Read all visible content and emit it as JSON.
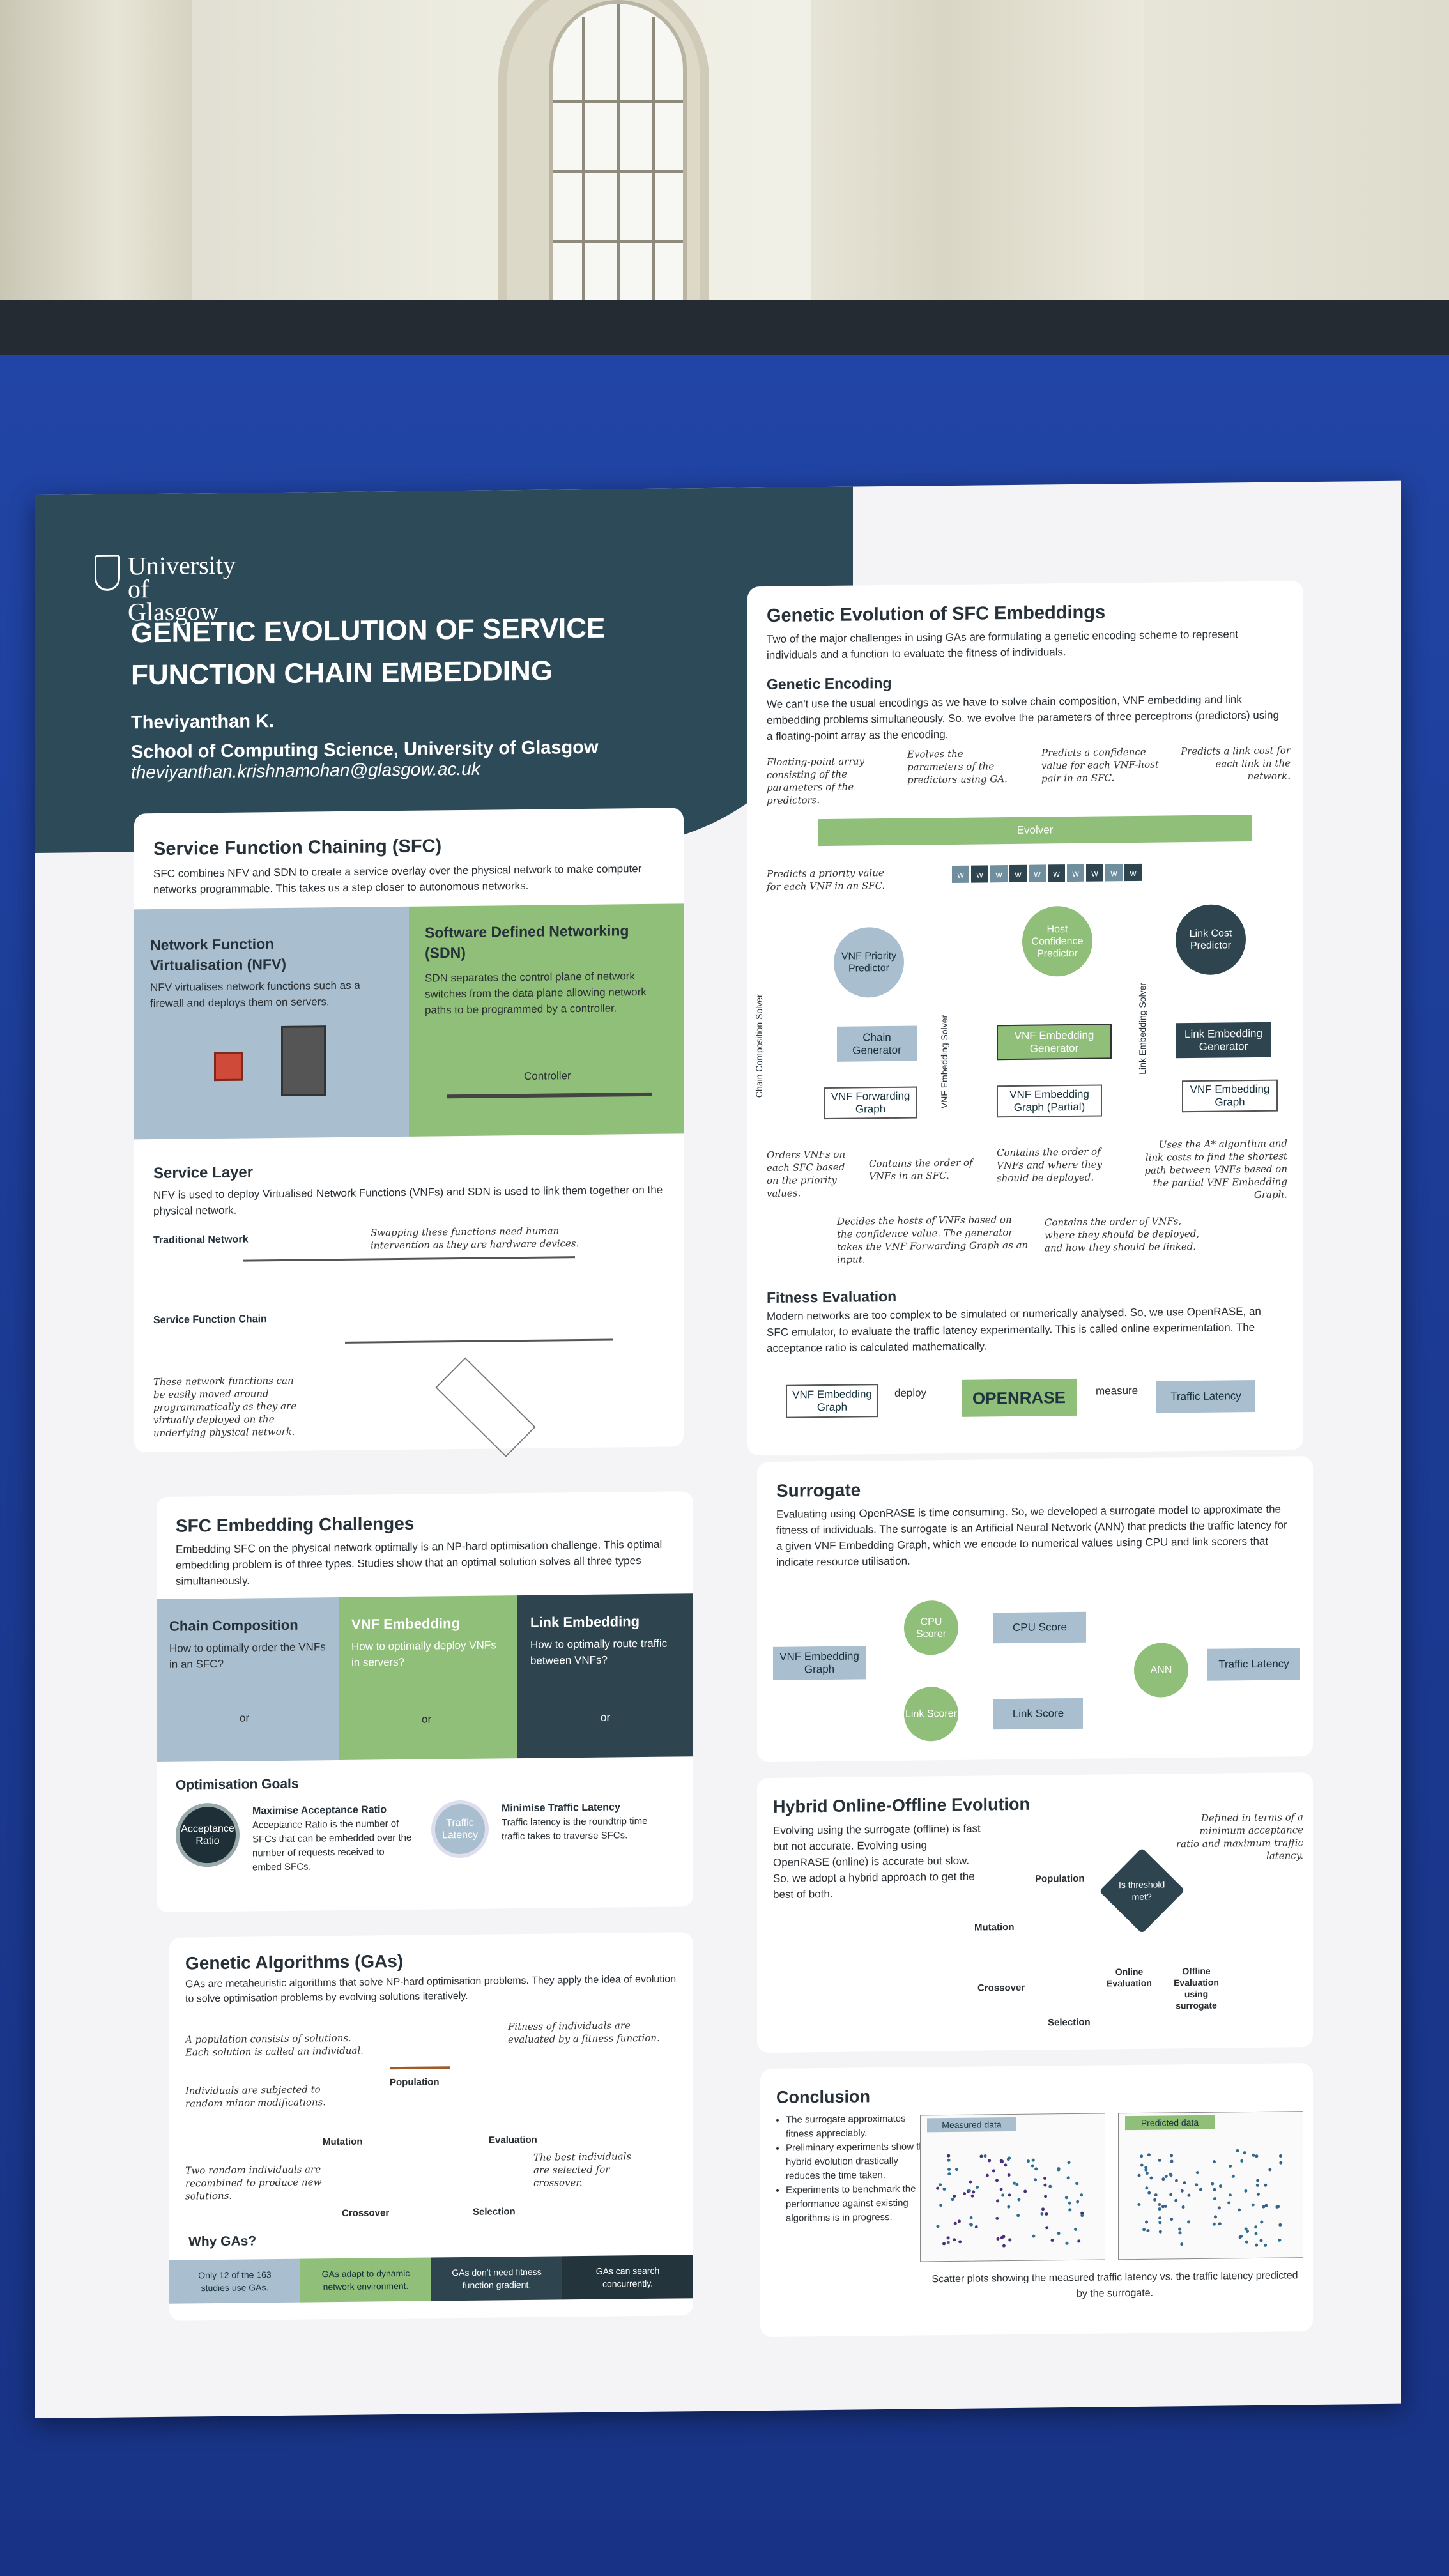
{
  "poster": {
    "university": "University of Glasgow",
    "title_line1": "GENETIC EVOLUTION OF SERVICE",
    "title_line2": "FUNCTION CHAIN EMBEDDING",
    "author": "Theviyanthan K.",
    "affiliation": "School of Computing Science, University of Glasgow",
    "email": "theviyanthan.krishnamohan@glasgow.ac.uk"
  },
  "sfc": {
    "heading": "Service Function Chaining (SFC)",
    "intro": "SFC combines NFV and SDN to create a service overlay over the physical network to make computer networks programmable. This takes us a step closer to autonomous networks.",
    "nfv_heading": "Network Function Virtualisation (NFV)",
    "nfv_text": "NFV virtualises network functions such as a firewall and deploys them on servers.",
    "sdn_heading": "Software Defined Networking (SDN)",
    "sdn_text": "SDN separates the control plane of network switches from the data plane allowing network paths to be programmed by a controller.",
    "controller_label": "Controller",
    "layer_heading": "Service Layer",
    "layer_text": "NFV is used to deploy Virtualised Network Functions (VNFs) and SDN is used to link them together on the physical network.",
    "traditional_label": "Traditional Network",
    "swap_note": "Swapping these functions need human intervention as they are hardware devices.",
    "chain_label": "Service Function Chain",
    "moved_note": "These network functions can be easily moved around programmatically as they are virtually deployed on the underlying physical network."
  },
  "challenges": {
    "heading": "SFC Embedding Challenges",
    "intro": "Embedding SFC on the physical network optimally is an NP-hard optimisation challenge. This optimal embedding problem is of three types. Studies show that an optimal solution solves all three types simultaneously.",
    "col1_heading": "Chain Composition",
    "col1_text": "How to optimally order the VNFs in an SFC?",
    "col2_heading": "VNF Embedding",
    "col2_text": "How to optimally deploy VNFs in servers?",
    "col3_heading": "Link Embedding",
    "col3_text": "How to optimally route traffic between VNFs?",
    "or_label": "or",
    "goals_heading": "Optimisation Goals",
    "goal1_heading": "Maximise Acceptance Ratio",
    "goal1_text": "Acceptance Ratio is the number of SFCs that can be embedded over the number of requests received to embed SFCs.",
    "goal1_icon": "Acceptance Ratio",
    "goal2_heading": "Minimise Traffic Latency",
    "goal2_text": "Traffic latency is the roundtrip time traffic takes to traverse SFCs.",
    "goal2_icon": "Traffic Latency"
  },
  "ga": {
    "heading": "Genetic Algorithms (GAs)",
    "intro": "GAs are metaheuristic algorithms that solve NP-hard optimisation problems. They apply the idea of evolution to solve optimisation problems by evolving solutions iteratively.",
    "note_population": "A population consists of solutions. Each solution is called an individual.",
    "note_fitness": "Fitness of individuals are evaluated by a fitness function.",
    "note_mutation": "Individuals are subjected to random minor modifications.",
    "note_crossover": "Two random individuals are recombined to produce new solutions.",
    "note_selection": "The best individuals are selected for crossover.",
    "population": "Population",
    "mutation": "Mutation",
    "evaluation": "Evaluation",
    "crossover": "Crossover",
    "selection": "Selection",
    "why_heading": "Why GAs?",
    "why1": "Only 12 of the 163 studies use GAs.",
    "why2": "GAs adapt to dynamic network environment.",
    "why3": "GAs don't need fitness function gradient.",
    "why4": "GAs can search concurrently."
  },
  "evo": {
    "heading": "Genetic Evolution of SFC Embeddings",
    "intro": "Two of the major challenges in using GAs are formulating a genetic encoding scheme to represent individuals and a function to evaluate the fitness of individuals.",
    "enc_heading": "Genetic Encoding",
    "enc_text": "We can't use the usual encodings as we have to solve chain composition, VNF embedding and link embedding problems simultaneously. So, we evolve the parameters of three perceptrons (predictors) using a floating-point array as the encoding.",
    "note_array": "Floating-point array consisting of the parameters of the predictors.",
    "note_evolves": "Evolves the parameters of the predictors using GA.",
    "note_confidence": "Predicts a confidence value for each VNF-host pair in an SFC.",
    "note_linkcost": "Predicts a link cost for each link in the network.",
    "note_priority": "Predicts a priority value for each VNF in an SFC.",
    "evolver": "Evolver",
    "w": "w",
    "vnf_priority": "VNF Priority Predictor",
    "host_conf": "Host Confidence Predictor",
    "link_cost": "Link Cost Predictor",
    "chain_gen": "Chain Generator",
    "vnf_emb_gen": "VNF Embedding Generator",
    "link_emb_gen": "Link Embedding Generator",
    "fwd_graph": "VNF Forwarding Graph",
    "emb_partial": "VNF Embedding Graph (Partial)",
    "emb_graph": "VNF Embedding Graph",
    "solver1": "Chain Composition Solver",
    "solver2": "VNF Embedding Solver",
    "solver3": "Link Embedding Solver",
    "note_orders": "Orders VNFs on each SFC based on the priority values.",
    "note_contains1": "Contains the order of VNFs in an SFC.",
    "note_contains2": "Contains the order of VNFs and where they should be deployed.",
    "note_astar": "Uses the A* algorithm and link costs to find the shortest path between VNFs based on the partial VNF Embedding Graph.",
    "note_decides": "Decides the hosts of VNFs based on the confidence value. The generator takes the VNF Forwarding Graph as an input.",
    "note_contains3": "Contains the order of VNFs, where they should be deployed, and how they should be linked.",
    "fit_heading": "Fitness Evaluation",
    "fit_text": "Modern networks are too complex to be simulated or numerically analysed. So, we use OpenRASE, an SFC emulator, to evaluate the traffic latency experimentally. This is called online experimentation. The acceptance ratio is calculated mathematically.",
    "fit_graph": "VNF Embedding Graph",
    "deploy": "deploy",
    "openrase": "OPENRASE",
    "measure": "measure",
    "traffic_latency": "Traffic Latency"
  },
  "surrogate": {
    "heading": "Surrogate",
    "text": "Evaluating using OpenRASE is time consuming. So, we developed a surrogate model to approximate the fitness of individuals. The surrogate is an Artificial Neural Network (ANN) that predicts the traffic latency for a given VNF Embedding Graph, which we encode to numerical values using CPU and link scorers that indicate resource utilisation.",
    "graph": "VNF Embedding Graph",
    "cpu_scorer": "CPU Scorer",
    "cpu_score": "CPU Score",
    "link_scorer": "Link Scorer",
    "link_score": "Link Score",
    "ann": "ANN",
    "latency": "Traffic Latency"
  },
  "hybrid": {
    "heading": "Hybrid Online-Offline Evolution",
    "text": "Evolving using the surrogate (offline) is fast but not accurate. Evolving using OpenRASE (online) is accurate but slow. So, we adopt a hybrid approach to get the best of both.",
    "note": "Defined in terms of a minimum acceptance ratio and maximum traffic latency.",
    "population": "Population",
    "threshold": "Is threshold met?",
    "mutation": "Mutation",
    "online": "Online Evaluation",
    "offline": "Offline Evaluation using surrogate",
    "crossover": "Crossover",
    "selection": "Selection"
  },
  "conclusion": {
    "heading": "Conclusion",
    "b1": "The surrogate approximates fitness appreciably.",
    "b2": "Preliminary experiments show that hybrid evolution drastically reduces the time taken.",
    "b3": "Experiments to benchmark the performance against existing algorithms is in progress.",
    "plot1": "Measured data",
    "plot2": "Predicted data",
    "caption": "Scatter plots showing the measured traffic latency vs. the traffic latency predicted by the surrogate."
  }
}
